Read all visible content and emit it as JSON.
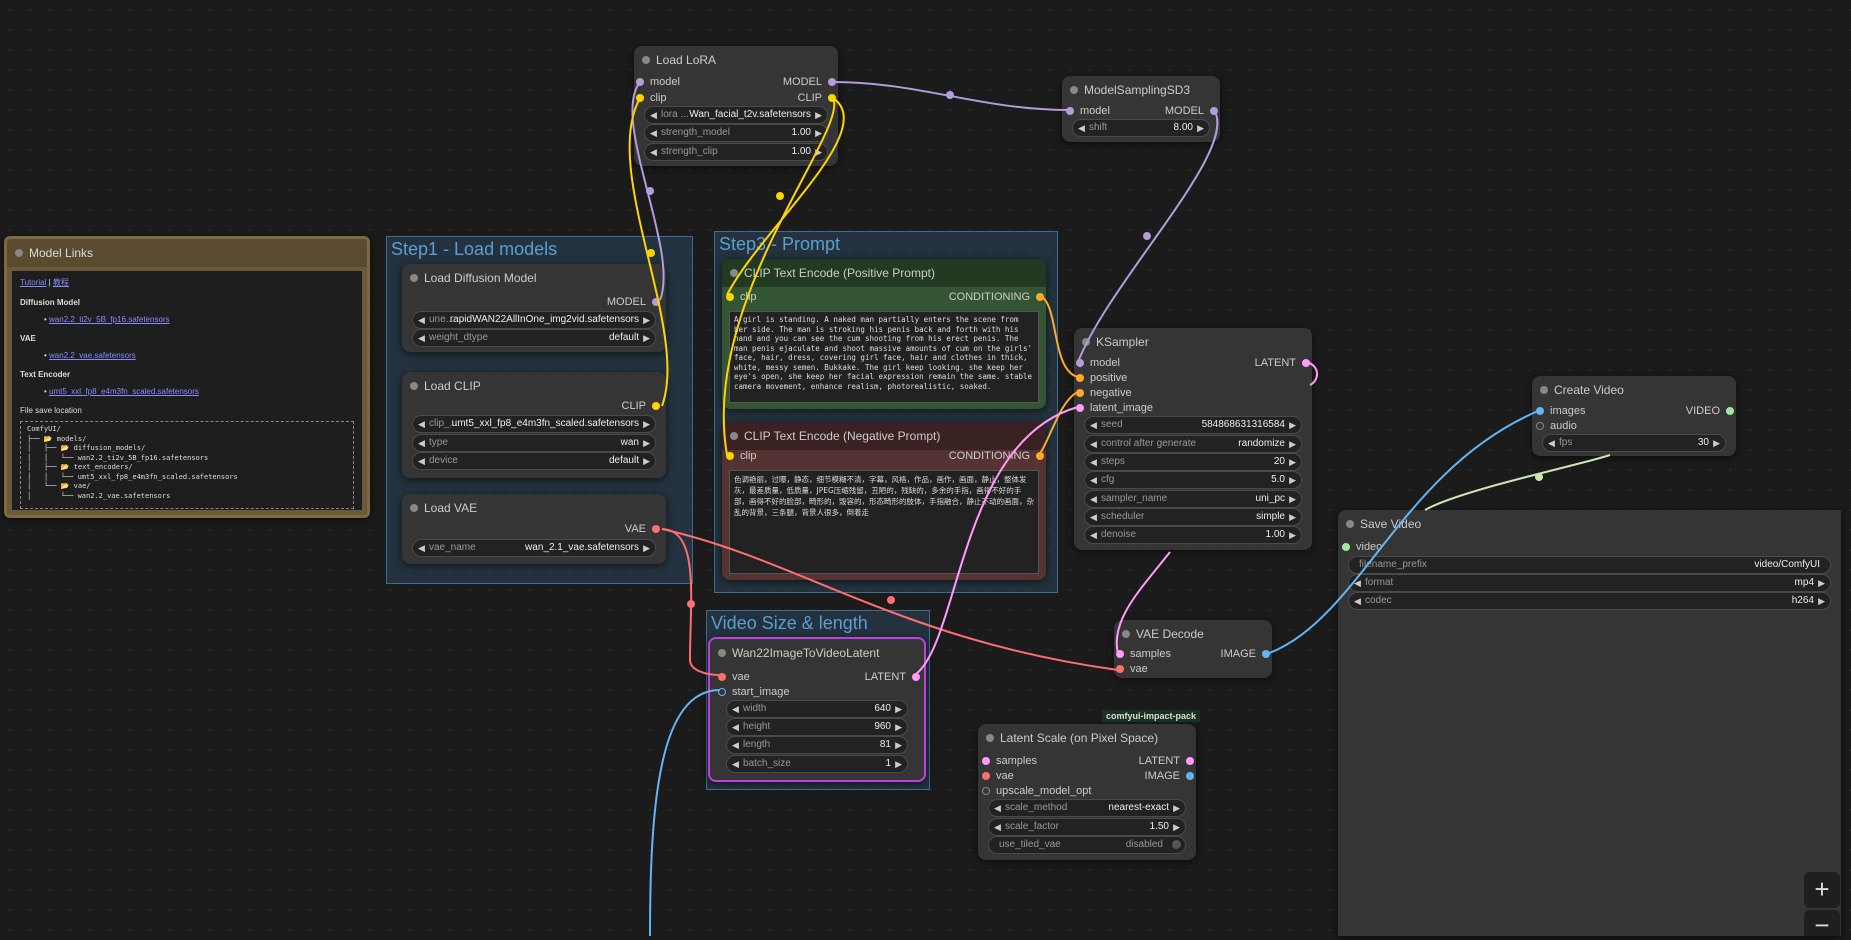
{
  "groups": {
    "step1": "Step1 - Load models",
    "step3": "Step3 - Prompt",
    "video": "Video Size & length"
  },
  "model_links": {
    "title": "Model Links",
    "tutorial": "Tutorial",
    "separator": "|",
    "cn_tutorial": "教程",
    "diffusion_heading": "Diffusion Model",
    "diffusion_link": "wan2.2_ti2v_5B_fp16.safetensors",
    "vae_heading": "VAE",
    "vae_link": "wan2.2_vae.safetensors",
    "te_heading": "Text Encoder",
    "te_link": "umt5_xxl_fp8_e4m3fn_scaled.safetensors",
    "save_heading": "File save location",
    "tree": "ComfyUI/\n├── 📂 models/\n│   ├── 📂 diffusion_models/\n│   │   └── wan2.2_ti2v_5B_fp16.safetensors\n│   ├── 📂 text_encoders/\n│   │   └── umt5_xxl_fp8_e4m3fn_scaled.safetensors\n│   └── 📂 vae/\n│       └── wan2.2_vae.safetensors"
  },
  "load_diffusion": {
    "title": "Load Diffusion Model",
    "out_model": "MODEL",
    "unet_label": "une...",
    "unet_value": "rapidWAN22AllInOne_img2vid.safetensors",
    "dtype_label": "weight_dtype",
    "dtype_value": "default"
  },
  "load_clip": {
    "title": "Load CLIP",
    "out_clip": "CLIP",
    "clip_label": "clip_...",
    "clip_value": "umt5_xxl_fp8_e4m3fn_scaled.safetensors",
    "type_label": "type",
    "type_value": "wan",
    "device_label": "device",
    "device_value": "default"
  },
  "load_vae": {
    "title": "Load VAE",
    "out_vae": "VAE",
    "vae_label": "vae_name",
    "vae_value": "wan_2.1_vae.safetensors"
  },
  "load_lora": {
    "title": "Load LoRA",
    "in_model": "model",
    "in_clip": "clip",
    "out_model": "MODEL",
    "out_clip": "CLIP",
    "lora_label": "lora ...",
    "lora_value": "Wan_facial_t2v.safetensors",
    "sm_label": "strength_model",
    "sm_value": "1.00",
    "sc_label": "strength_clip",
    "sc_value": "1.00"
  },
  "model_sampling": {
    "title": "ModelSamplingSD3",
    "in_model": "model",
    "out_model": "MODEL",
    "shift_label": "shift",
    "shift_value": "8.00"
  },
  "clip_pos": {
    "title": "CLIP Text Encode (Positive Prompt)",
    "in_clip": "clip",
    "out": "CONDITIONING",
    "text": "A girl is standing. A naked man partially enters the scene from her side. The man is stroking his penis back and forth with his hand and you can see the cum shooting from his erect penis. The man penis ejaculate and shoot massive amounts of cum on the girls' face, hair, dress, covering girl face, hair and clothes in thick, white, messy semen. Bukkake. The girl keep looking. she keep her eye's open, she keep her facial expression remain the same. stable camera movement, enhance realism, photorealistic, soaked."
  },
  "clip_neg": {
    "title": "CLIP Text Encode (Negative Prompt)",
    "in_clip": "clip",
    "out": "CONDITIONING",
    "text": "色调艳丽，过曝，静态，细节模糊不清，字幕，风格，作品，画作，画面，静止，整体发灰，最差质量，低质量，JPEG压缩残留，丑陋的，残缺的，多余的手指，画得不好的手部，画得不好的脸部，畸形的，毁容的，形态畸形的肢体，手指融合，静止不动的画面，杂乱的背景，三条腿，背景人很多，倒着走"
  },
  "ksampler": {
    "title": "KSampler",
    "in_model": "model",
    "in_positive": "positive",
    "in_negative": "negative",
    "in_latent": "latent_image",
    "out": "LATENT",
    "seed_label": "seed",
    "seed_value": "584868631316584",
    "cag_label": "control after generate",
    "cag_value": "randomize",
    "steps_label": "steps",
    "steps_value": "20",
    "cfg_label": "cfg",
    "cfg_value": "5.0",
    "sampler_label": "sampler_name",
    "sampler_value": "uni_pc",
    "scheduler_label": "scheduler",
    "scheduler_value": "simple",
    "denoise_label": "denoise",
    "denoise_value": "1.00"
  },
  "wan_latent": {
    "title": "Wan22ImageToVideoLatent",
    "in_vae": "vae",
    "in_start": "start_image",
    "out": "LATENT",
    "width_label": "width",
    "width_value": "640",
    "height_label": "height",
    "height_value": "960",
    "length_label": "length",
    "length_value": "81",
    "batch_label": "batch_size",
    "batch_value": "1"
  },
  "vae_decode": {
    "title": "VAE Decode",
    "in_samples": "samples",
    "in_vae": "vae",
    "out": "IMAGE"
  },
  "latent_scale": {
    "badge": "comfyui-impact-pack",
    "title": "Latent Scale (on Pixel Space)",
    "in_samples": "samples",
    "in_vae": "vae",
    "in_upscale": "upscale_model_opt",
    "out_latent": "LATENT",
    "out_image": "IMAGE",
    "method_label": "scale_method",
    "method_value": "nearest-exact",
    "factor_label": "scale_factor",
    "factor_value": "1.50",
    "tiled_label": "use_tiled_vae",
    "tiled_value": "disabled"
  },
  "create_video": {
    "title": "Create Video",
    "in_images": "images",
    "in_audio": "audio",
    "out": "VIDEO",
    "fps_label": "fps",
    "fps_value": "30"
  },
  "save_video": {
    "title": "Save Video",
    "in_video": "video",
    "prefix_label": "filename_prefix",
    "prefix_value": "video/ComfyUI",
    "format_label": "format",
    "format_value": "mp4",
    "codec_label": "codec",
    "codec_value": "h264"
  },
  "zoom": {
    "plus": "+",
    "minus": "−"
  },
  "colors": {
    "model": "#b39ddb",
    "clip": "#ffd500",
    "vae": "#ff6e6e",
    "conditioning": "#ffa931",
    "latent": "#ff9cf9",
    "image": "#64b5f6",
    "video": "#9fe89f"
  }
}
